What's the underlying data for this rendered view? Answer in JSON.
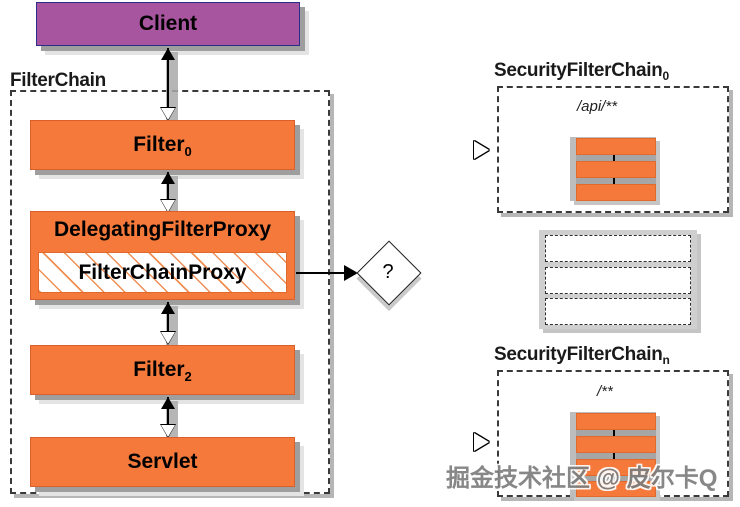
{
  "diagram": {
    "title": "Spring Security FilterChain delegation diagram",
    "colors": {
      "filter_orange": "#f4793b",
      "client_purple": "#a855a0",
      "client_border": "#2b2b8c",
      "shadow_gray": "#9e9e9e",
      "dashed_border": "#3a3a3a"
    }
  },
  "left": {
    "client": {
      "label": "Client"
    },
    "filterchain_group": {
      "label": "FilterChain"
    },
    "nodes": [
      {
        "label": "Filter",
        "subscript": "0"
      },
      {
        "label": "DelegatingFilterProxy",
        "inner_label": "FilterChainProxy"
      },
      {
        "label": "Filter",
        "subscript": "2"
      },
      {
        "label": "Servlet",
        "subscript": ""
      }
    ]
  },
  "connector": {
    "diamond_label": "?"
  },
  "right": {
    "chains": [
      {
        "name": "SecurityFilterChain",
        "subscript": "0",
        "path": "/api/**",
        "filter_count": 3
      },
      {
        "name": "SecurityFilterChain",
        "subscript": "n",
        "path": "/**",
        "filter_count": 4
      }
    ],
    "placeholder": {
      "rows": 3
    }
  },
  "watermark": {
    "text": "掘金技术社区 @ 皮尔卡Q"
  }
}
